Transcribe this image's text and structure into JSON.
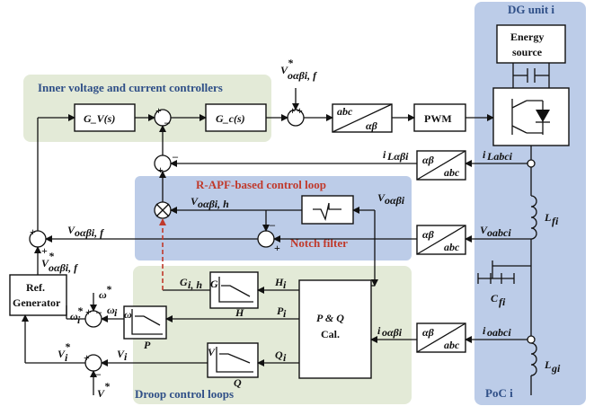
{
  "regions": {
    "inner": "Inner voltage and current controllers",
    "rapf": "R-APF-based control loop",
    "droop": "Droop control loops",
    "dg": "DG unit i",
    "poc": "PoC i"
  },
  "blocks": {
    "gv": "G_V(s)",
    "gc": "G_c(s)",
    "abc_top": "abc",
    "ab_top": "αβ",
    "pwm": "PWM",
    "energy1": "Energy",
    "energy2": "source",
    "notch": "Notch filter",
    "ref1": "Ref.",
    "ref2": "Generator",
    "pq1": "P & Q",
    "pq2": "Cal.",
    "conv_ab": "αβ",
    "conv_abc": "abc"
  },
  "signals": {
    "vref_f": "V*oαβi, f",
    "i_la_beta": "iLαβi",
    "i_labc": "iLabci",
    "v_oab_h": "Voαβi, h",
    "v_oab_top": "Voαβi",
    "v_oabci": "Voabci",
    "v_oab_f": "Voαβi, f",
    "vref_f_left": "V*oαβi, f",
    "g_ih": "Gi, h",
    "h_i": "Hi",
    "p_i": "Pi",
    "q_i": "Qi",
    "i_oab": "ioαβi",
    "i_oabci": "ioabci",
    "omega_star": "ω*",
    "omega_i_star": "ω*i",
    "omega_i": "ωi",
    "v_i_star": "V*i",
    "v_i": "Vi",
    "v_star": "V*",
    "l_fi": "Lfi",
    "c_fi": "Cfi",
    "l_gi": "Lgi"
  },
  "plot_labels": {
    "g": "G",
    "h": "H",
    "p": "P",
    "q": "Q",
    "omega": "ω",
    "v": "V"
  },
  "colors": {
    "inner_bg": "#e3ead7",
    "rapf_bg": "#bccce8",
    "droop_bg": "#e3ead7",
    "dg_bg": "#bccce8",
    "title_blue": "#2f4f87",
    "title_red": "#c0392b",
    "dashed_red": "#c0392b"
  }
}
